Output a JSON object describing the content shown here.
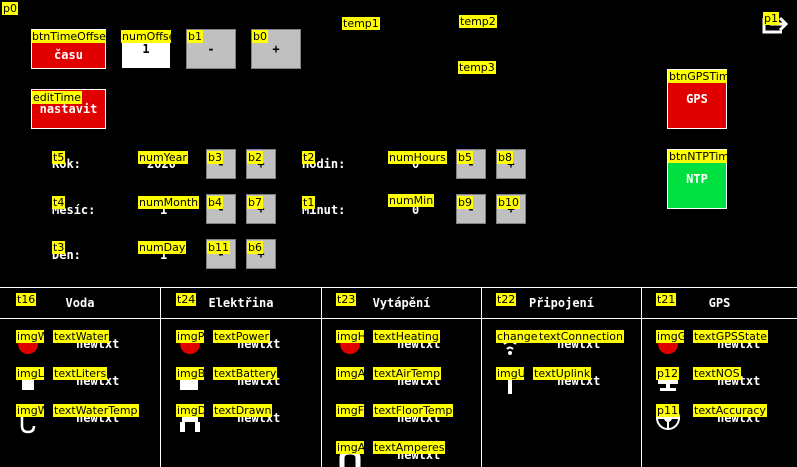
{
  "page": {
    "tag": "p0"
  },
  "top": {
    "btn_time_offset": {
      "tag": "btnTimeOffset",
      "label": "času"
    },
    "num_offset": {
      "tag": "numOffset",
      "value": "1"
    },
    "b1": {
      "tag": "b1",
      "label": "-"
    },
    "b0": {
      "tag": "b0",
      "label": "+"
    },
    "temp1": "temp1",
    "temp2": "temp2",
    "temp3": "temp3",
    "p1": "p1",
    "edit_time": {
      "tag": "editTime",
      "label": "nastavit"
    },
    "btn_gps": {
      "tag": "btnGPSTime",
      "label": "GPS"
    },
    "btn_ntp": {
      "tag": "btnNTPTime",
      "label": "NTP"
    }
  },
  "date": {
    "rok": {
      "tag": "t5",
      "label": "Rok:",
      "num_tag": "numYear",
      "value": "2020",
      "minus_tag": "b3",
      "plus_tag": "b2"
    },
    "mesic": {
      "tag": "t4",
      "label": "Měsíc:",
      "num_tag": "numMonth",
      "value": "1",
      "minus_tag": "b4",
      "plus_tag": "b7"
    },
    "den": {
      "tag": "t3",
      "label": "Den:",
      "num_tag": "numDay",
      "value": "1",
      "minus_tag": "b11",
      "plus_tag": "b6"
    },
    "hodin": {
      "tag": "t2",
      "label": "Hodin:",
      "num_tag": "numHours",
      "value": "0",
      "minus_tag": "b5",
      "plus_tag": "b8"
    },
    "minut": {
      "tag": "t1",
      "label": "Minut:",
      "num_tag": "numMin",
      "value": "0",
      "minus_tag": "b9",
      "plus_tag": "b10"
    },
    "btn_label": "-",
    "btn_plus": "+"
  },
  "sections": {
    "voda": {
      "tag": "t16",
      "title": "Voda"
    },
    "elektrina": {
      "tag": "t24",
      "title": "Elektřina"
    },
    "vytapeni": {
      "tag": "t23",
      "title": "Vytápění"
    },
    "pripojeni": {
      "tag": "t22",
      "title": "Připojení"
    },
    "gps": {
      "tag": "t21",
      "title": "GPS"
    }
  },
  "placeholder": "newtxt",
  "rows": {
    "voda": [
      {
        "img": "imgWater",
        "text": "textWater"
      },
      {
        "img": "imgLiters",
        "text": "textLiters"
      },
      {
        "img": "imgWaterTemp",
        "text": "textWaterTemp"
      }
    ],
    "elektrina": [
      {
        "img": "imgPower",
        "text": "textPower"
      },
      {
        "img": "imgBattery",
        "text": "textBattery"
      },
      {
        "img": "imgDrawn",
        "text": "textDrawn"
      }
    ],
    "vytapeni": [
      {
        "img": "imgHeating",
        "text": "textHeating"
      },
      {
        "img": "imgAirTemp",
        "text": "textAirTemp"
      },
      {
        "img": "imgFloorTemp",
        "text": "textFloorTemp"
      },
      {
        "img": "imgAmperes",
        "text": "textAmperes"
      }
    ],
    "pripojeni": [
      {
        "img": "changeConBtn",
        "text": "textConnection"
      },
      {
        "img": "imgUplink",
        "text": "textUplink"
      }
    ],
    "gps": [
      {
        "img": "imgGPS",
        "text": "textGPSState"
      },
      {
        "img": "p12",
        "text": "textNOS"
      },
      {
        "img": "p11",
        "text": "textAccuracy"
      }
    ]
  },
  "colors": {
    "red": "#e00000",
    "green": "#00e040",
    "gray": "#c0c0c0",
    "label": "#ffff00"
  }
}
